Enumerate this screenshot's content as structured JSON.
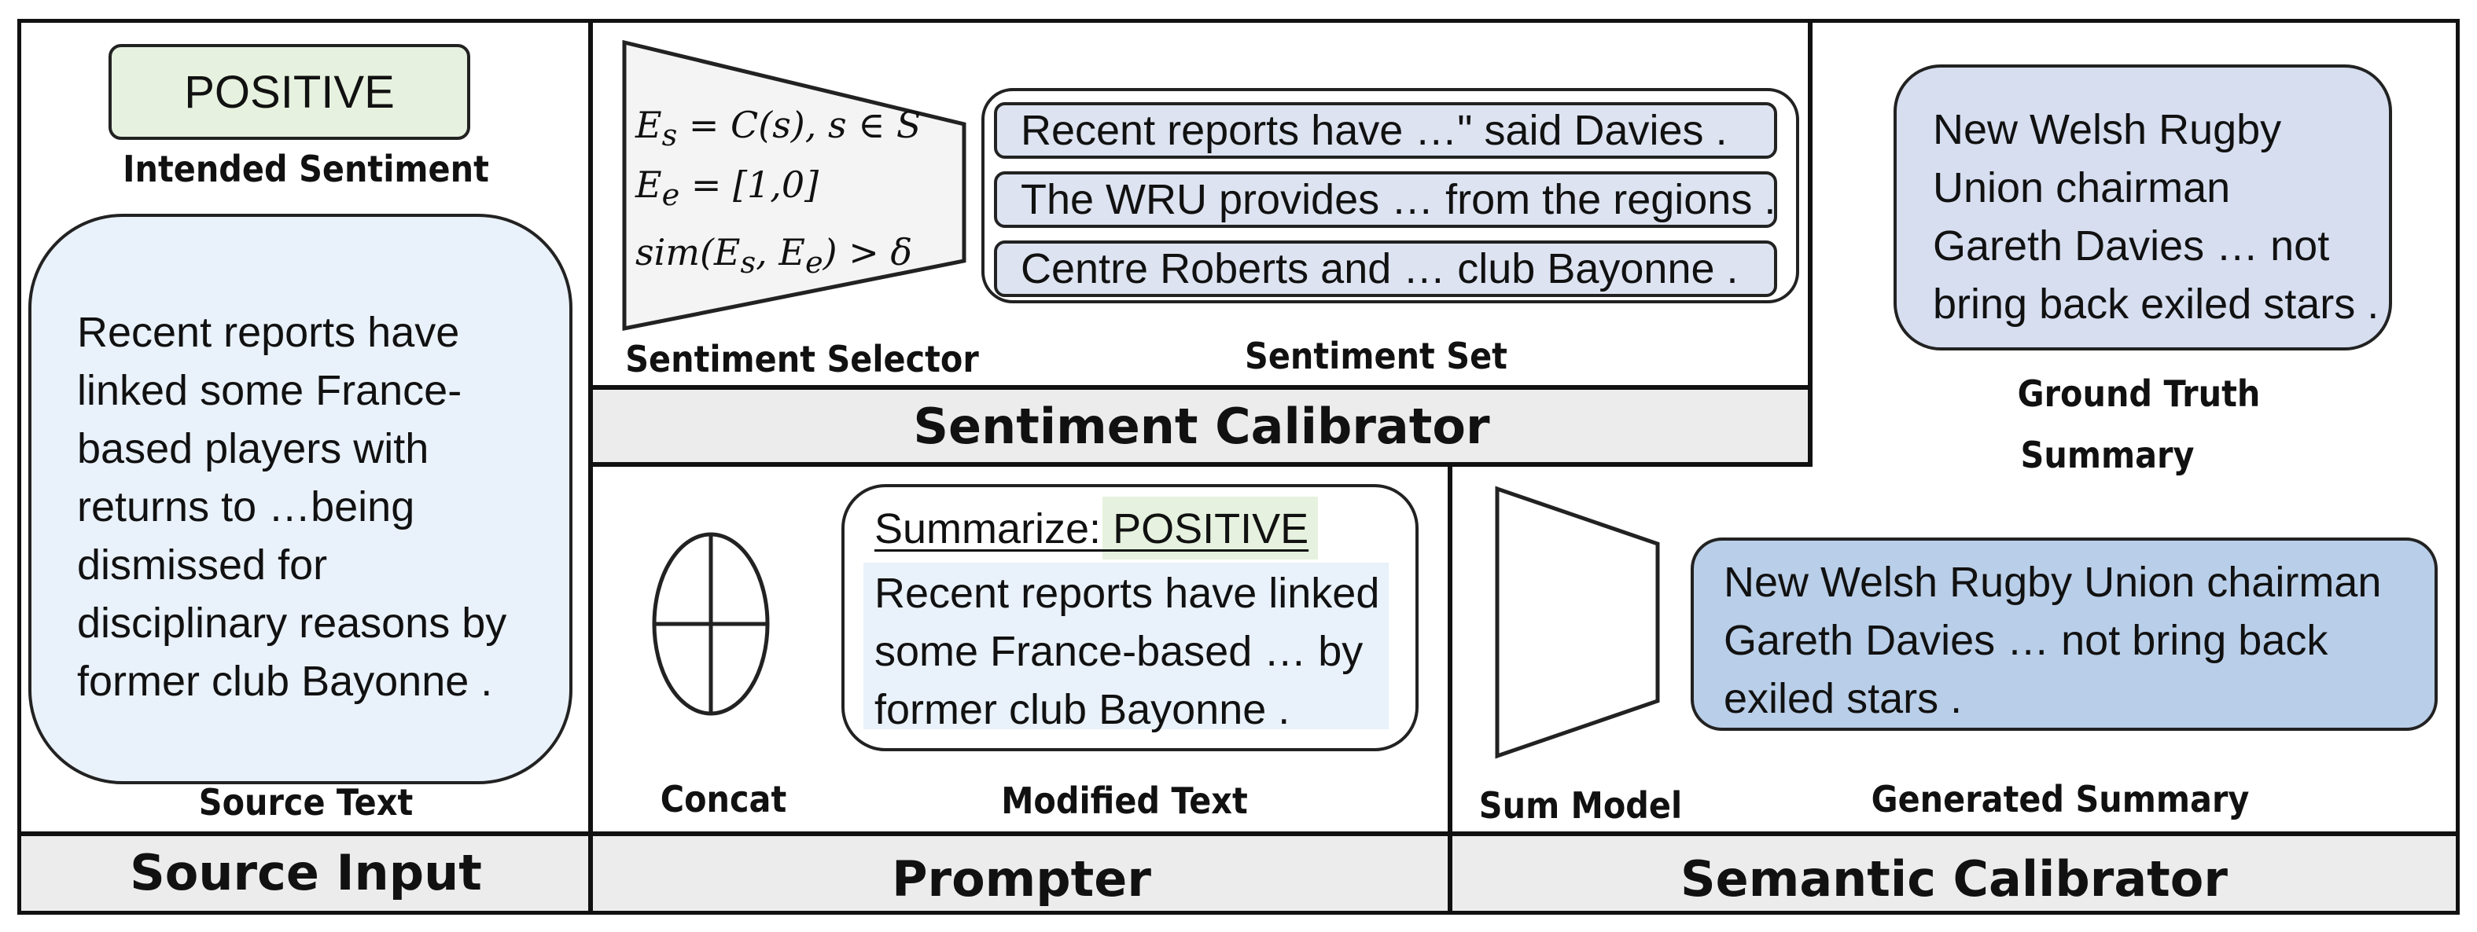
{
  "source_input": {
    "section_title": "Source Input",
    "sentiment_badge": "POSITIVE",
    "intended_label": "Intended Sentiment",
    "source_lines": [
      "Recent reports have",
      "linked some France-",
      "based players with",
      "returns to …being",
      "dismissed for",
      "disciplinary reasons by",
      "former club Bayonne ."
    ],
    "source_label": "Source Text"
  },
  "sentiment_calibrator": {
    "section_title": "Sentiment Calibrator",
    "selector_label": "Sentiment Selector",
    "set_label": "Sentiment Set",
    "sentences": [
      "Recent reports have …\" said Davies .",
      "The WRU provides … from the regions .",
      "Centre Roberts and … club Bayonne ."
    ]
  },
  "prompter": {
    "section_title": "Prompter",
    "concat_label": "Concat",
    "modified_label": "Modified Text",
    "prompt_prefix": "Summarize: ",
    "prompt_sentiment": "POSITIVE",
    "modified_lines": [
      "Recent reports have linked",
      "some France-based … by",
      "former club Bayonne ."
    ]
  },
  "semantic_calibrator": {
    "section_title": "Semantic Calibrator",
    "model_label": "Sum Model",
    "generated_label": "Generated Summary",
    "generated_lines": [
      "New Welsh Rugby Union chairman",
      "Gareth Davies …  not bring back",
      "exiled stars ."
    ]
  },
  "ground_truth": {
    "label_line1": "Ground Truth",
    "label_line2": "Summary",
    "lines": [
      "New Welsh Rugby",
      "Union chairman",
      "Gareth Davies …  not",
      "bring back exiled stars ."
    ]
  },
  "colors": {
    "sentiment_green": "#e6f2df",
    "source_blue": "#e9f1fa",
    "sentence_blue": "#dde3f0",
    "summary_blue": "#d6def0",
    "generated_blue": "#b9cee8",
    "band_gray": "#ececec"
  }
}
